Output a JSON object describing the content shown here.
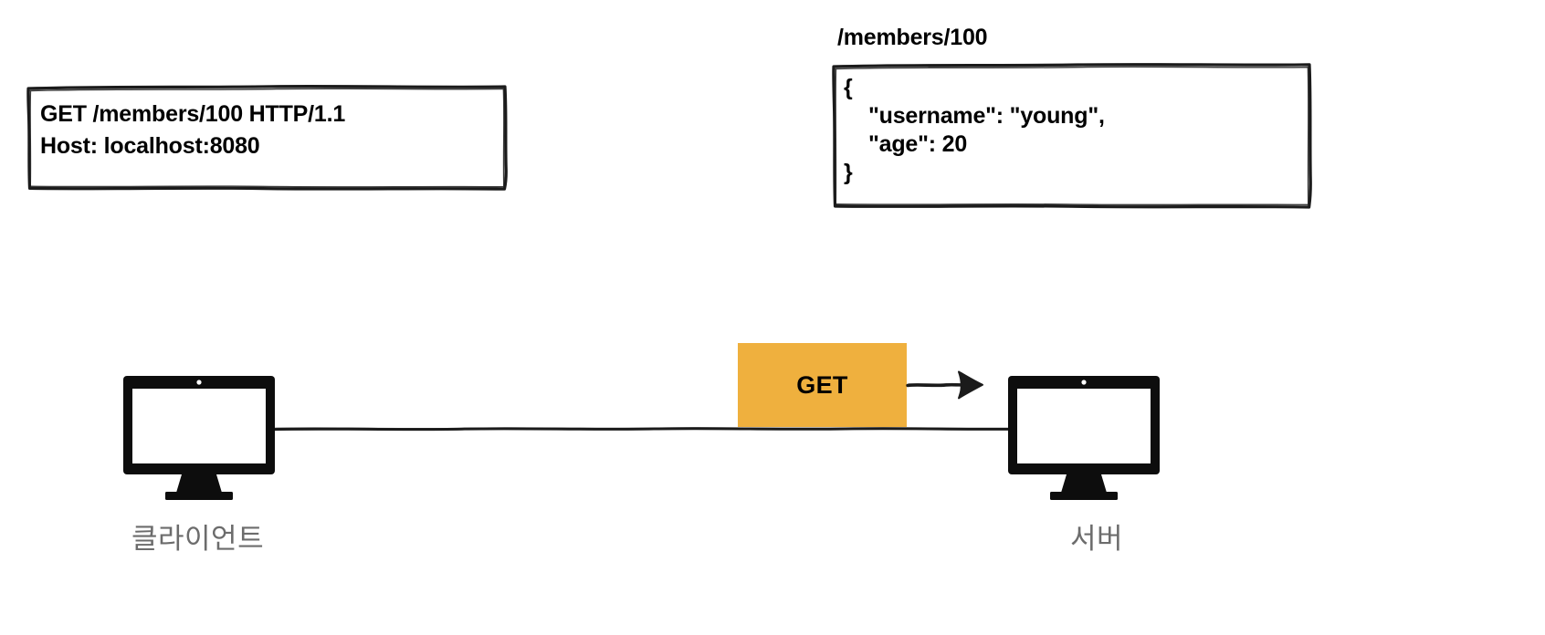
{
  "diagram": {
    "title": "HTTP GET request/response between client and server",
    "background": "#ffffff"
  },
  "request_box": {
    "name": "http-request",
    "lines": "GET /members/100 HTTP/1.1\nHost: localhost:8080",
    "border_color": "#1b1b1b",
    "fill": "#ffffff"
  },
  "response_box": {
    "name": "http-response",
    "caption": "/members/100",
    "body": "{\n    \"username\": \"young\",\n    \"age\": 20\n}",
    "border_color": "#1b1b1b",
    "fill": "#ffffff"
  },
  "badge": {
    "label": "GET",
    "fill": "#efb03e",
    "text_color": "#000000"
  },
  "arrow": {
    "name": "request-arrow",
    "direction": "right",
    "color": "#1b1b1b"
  },
  "connector": {
    "name": "client-server-link",
    "color": "#1b1b1b"
  },
  "nodes": [
    {
      "id": "client",
      "label": "클라이언트",
      "icon": "monitor-icon",
      "label_color": "#6c6c6c"
    },
    {
      "id": "server",
      "label": "서버",
      "icon": "monitor-icon",
      "label_color": "#6c6c6c"
    }
  ]
}
